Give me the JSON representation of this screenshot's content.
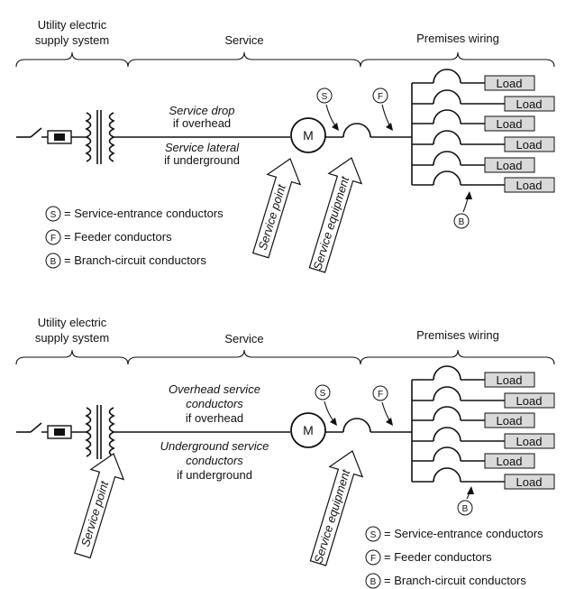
{
  "top": {
    "utility": [
      "Utility electric",
      "supply system"
    ],
    "service": "Service",
    "premises": "Premises wiring",
    "overhead": [
      "Service drop",
      "if overhead"
    ],
    "underground": [
      "Service lateral",
      "if underground"
    ],
    "meter": "M",
    "service_point": "Service point",
    "service_equipment": "Service equipment",
    "loads": [
      "Load",
      "Load",
      "Load",
      "Load",
      "Load",
      "Load"
    ],
    "badges": {
      "s": "S",
      "f": "F",
      "b": "B"
    },
    "legend": [
      {
        "letter": "S",
        "text": "= Service-entrance conductors"
      },
      {
        "letter": "F",
        "text": "=  Feeder conductors"
      },
      {
        "letter": "B",
        "text": "= Branch-circuit conductors"
      }
    ]
  },
  "bottom": {
    "utility": [
      "Utility electric",
      "supply system"
    ],
    "service": "Service",
    "premises": "Premises wiring",
    "overhead": [
      "Overhead service",
      "conductors",
      "if overhead"
    ],
    "underground": [
      "Underground service",
      "conductors",
      "if underground"
    ],
    "meter": "M",
    "service_point": "Service point",
    "service_equipment": "Service equipment",
    "loads": [
      "Load",
      "Load",
      "Load",
      "Load",
      "Load",
      "Load"
    ],
    "badges": {
      "s": "S",
      "f": "F",
      "b": "B"
    },
    "legend": [
      {
        "letter": "S",
        "text": "= Service-entrance conductors"
      },
      {
        "letter": "F",
        "text": "= Feeder conductors"
      },
      {
        "letter": "B",
        "text": "= Branch-circuit conductors"
      }
    ]
  }
}
